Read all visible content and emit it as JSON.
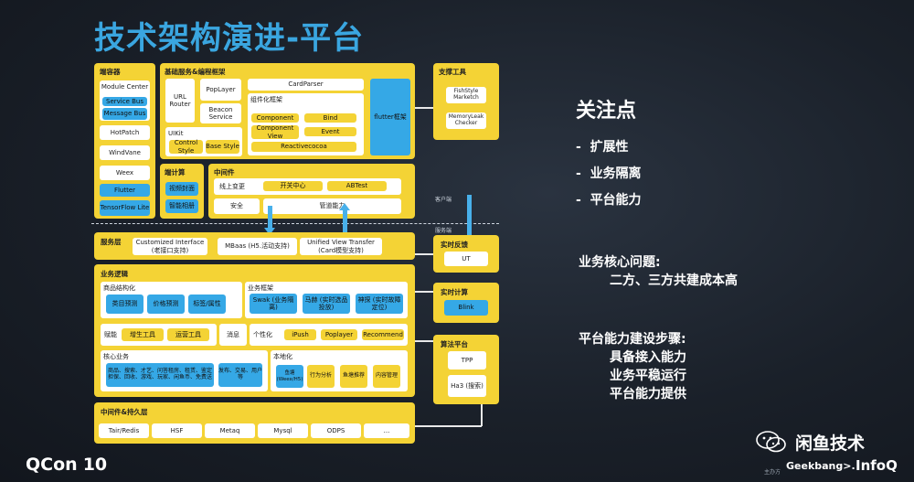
{
  "title": "技术架构演进-平台",
  "client_container": {
    "title": "端容器",
    "items": [
      "Module Center",
      "Service Bus",
      "Message Bus",
      "HotPatch",
      "WindVane",
      "Weex",
      "Flutter",
      "TensorFlow Lite"
    ]
  },
  "base_services": {
    "title": "基础服务&编程框架",
    "url_router": "URL Router",
    "poplayer": "PopLayer",
    "beacon": "Beacon Service",
    "cardparser": "CardParser",
    "comp_title": "组件化框架",
    "component": "Component",
    "bind": "Bind",
    "component_view": "Component View",
    "event": "Event",
    "reactive": "Reactivecocoa",
    "uikit": "UIKit",
    "control_style": "Control Style",
    "base_style": "Base Style",
    "flutter_fw": "flutter框架"
  },
  "edge_compute": {
    "title": "端计算",
    "items": [
      "视频封面",
      "智能相册"
    ]
  },
  "middleware_client": {
    "title": "中间件",
    "online_change": "线上变更",
    "switch_center": "开关中心",
    "abtest": "ABTest",
    "security": "安全",
    "pipeline": "管道能力"
  },
  "support_tools": {
    "title": "支撑工具",
    "items": [
      "FishStyle Marketch",
      "MemoryLeak Checker"
    ]
  },
  "client_label": "客户端",
  "server_label": "服务端",
  "service_layer": {
    "title": "服务层",
    "items": [
      "Customized Interface (老接口支持)",
      "MBaas (H5.活动支持)",
      "Unified View Transfer (Card模型支持)"
    ]
  },
  "realtime_feedback": {
    "title": "实时反馈",
    "item": "UT"
  },
  "realtime_compute": {
    "title": "实时计算",
    "item": "Blink"
  },
  "algo_platform": {
    "title": "算法平台",
    "items": [
      "TPP",
      "Ha3 (搜索)"
    ]
  },
  "business_logic": {
    "title": "业务逻辑",
    "product_struct": "商品结构化",
    "product_items": [
      "类目预测",
      "价格预测",
      "标签/属性"
    ],
    "biz_framework": "业务框架",
    "biz_items": [
      "Swak (业务隔离)",
      "马赫 (实时选品投放)",
      "神探 (实时故障定位)"
    ],
    "empower": "赋能",
    "empower_items": [
      "增生工具",
      "运营工具"
    ],
    "message": "消息",
    "personal": "个性化",
    "personal_items": [
      "iPush",
      "Poplayer",
      "Recommend"
    ],
    "core_biz": "核心业务",
    "core_items": [
      "商品、搜索、才艺、问答租房、租赁、鉴定担保、回收、游戏、玩家、闲鱼币、免费送",
      "发布、交易、用户等"
    ],
    "localize": "本地化",
    "local_items": [
      "鱼塘 (Weex/H5)",
      "行为分析",
      "鱼塘推荐",
      "内容管理"
    ]
  },
  "persistence": {
    "title": "中间件&持久层",
    "items": [
      "Tair/Redis",
      "HSF",
      "Metaq",
      "Mysql",
      "ODPS",
      "..."
    ]
  },
  "focus": {
    "title": "关注点",
    "bullets": [
      "扩展性",
      "业务隔离",
      "平台能力"
    ],
    "core_q_title": "业务核心问题:",
    "core_q_text": "二方、三方共建成本高",
    "steps_title": "平台能力建设步骤:",
    "steps": [
      "具备接入能力",
      "业务平稳运行",
      "平台能力提供"
    ]
  },
  "footer": {
    "qcon": "QCon",
    "qcon_num": "10",
    "wechat": "闲鱼技术",
    "geekbang": "Geekbang>.",
    "infoq": "InfoQ",
    "organizer": "主办方"
  }
}
